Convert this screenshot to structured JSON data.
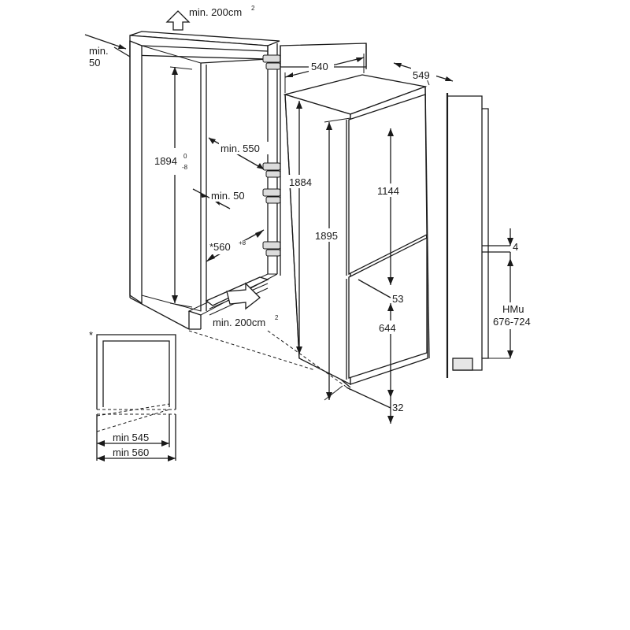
{
  "labels": {
    "vent_top": "min. 200cm",
    "vent_top_sup": "2",
    "top_clear_a": "min.",
    "top_clear_b": "50",
    "niche_height": "1894",
    "niche_height_tol_hi": "0",
    "niche_height_tol_lo": "-8",
    "niche_depth": "min. 550",
    "side_clear": "min. 50",
    "niche_width": "*560",
    "niche_width_tol": "+8",
    "vent_bottom": "min. 200cm",
    "vent_bottom_sup": "2",
    "appliance_height_back": "1884",
    "appliance_depth": "540",
    "appliance_width": "549",
    "appliance_height_front": "1895",
    "upper_door": "1144",
    "gap_between_doors": "53",
    "lower_door": "644",
    "bottom_gap": "32",
    "side_gap": "4",
    "hmu_label": "HMu",
    "hmu_range": "676-724",
    "detail_marker": "*",
    "min_depth_inner": "min 545",
    "min_depth_outer": "min 560"
  }
}
